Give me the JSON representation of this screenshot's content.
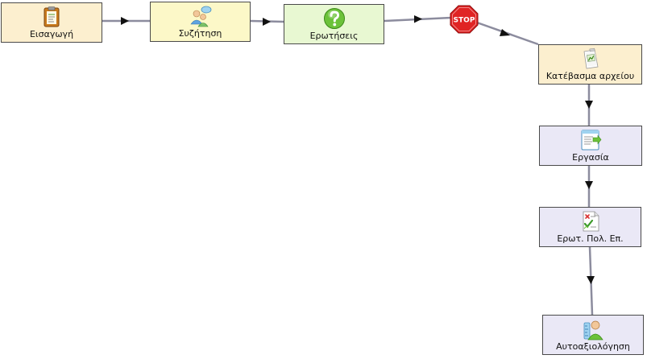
{
  "colors": {
    "intro_fill": "#fcefcf",
    "discussion_fill": "#fcf8c8",
    "questions_fill": "#e8f8d2",
    "download_fill": "#fcefcf",
    "task_fill": "#eae8f6",
    "mcq_fill": "#eae8f6",
    "self_eval_fill": "#eae8f6",
    "connector": "#8c8c9e",
    "arrowhead": "#111111",
    "stop_red": "#e02424"
  },
  "nodes": {
    "eisagogi": {
      "label": "Εισαγωγή",
      "icon": "clipboard-icon"
    },
    "syzitisi": {
      "label": "Συζήτηση",
      "icon": "people-chat-icon"
    },
    "erotiseis": {
      "label": "Ερωτήσεις",
      "icon": "question-mark-icon"
    },
    "katevasma": {
      "label": "Κατέβασμα αρχείου",
      "icon": "file-download-icon"
    },
    "ergasia": {
      "label": "Εργασία",
      "icon": "assignment-icon"
    },
    "erot_pol": {
      "label": "Ερωτ. Πολ. Επ.",
      "icon": "multiple-choice-icon"
    },
    "autoaxiol": {
      "label": "Αυτοαξιολόγηση",
      "icon": "self-assessment-icon"
    }
  },
  "stop": {
    "label": "STOP",
    "icon": "stop-sign-icon"
  }
}
